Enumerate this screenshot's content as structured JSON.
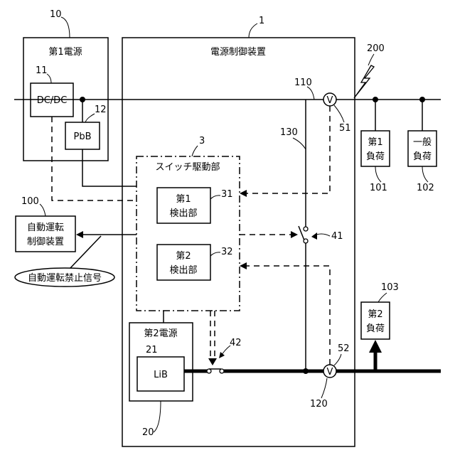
{
  "device": {
    "label": "電源制御装置",
    "ref": "1"
  },
  "power1": {
    "label": "第1電源",
    "ref": "10"
  },
  "dcdc": {
    "label": "DC/DC",
    "ref": "11"
  },
  "pbb": {
    "label": "PbB",
    "ref": "12"
  },
  "switch_driver": {
    "label": "スイッチ駆動部",
    "ref": "3"
  },
  "detector1": {
    "line1": "第1",
    "line2": "検出部",
    "ref": "31"
  },
  "detector2": {
    "line1": "第2",
    "line2": "検出部",
    "ref": "32"
  },
  "switch41": {
    "ref": "41"
  },
  "switch42": {
    "ref": "42"
  },
  "power2": {
    "label": "第2電源",
    "ref": "20"
  },
  "lib": {
    "label": "LiB",
    "ref": "21"
  },
  "auto_ctrl": {
    "line1": "自動運転",
    "line2": "制御装置",
    "ref": "100"
  },
  "prohibit_signal": {
    "label": "自動運転禁止信号"
  },
  "load1": {
    "line1": "第1",
    "line2": "負荷",
    "ref": "101"
  },
  "general_load": {
    "line1": "一般",
    "line2": "負荷",
    "ref": "102"
  },
  "load2": {
    "line1": "第2",
    "line2": "負荷",
    "ref": "103"
  },
  "voltmeter": {
    "symbol": "V"
  },
  "refs": {
    "line110": "110",
    "line120": "120",
    "line130": "130",
    "sensor51": "51",
    "sensor52": "52",
    "event200": "200"
  }
}
